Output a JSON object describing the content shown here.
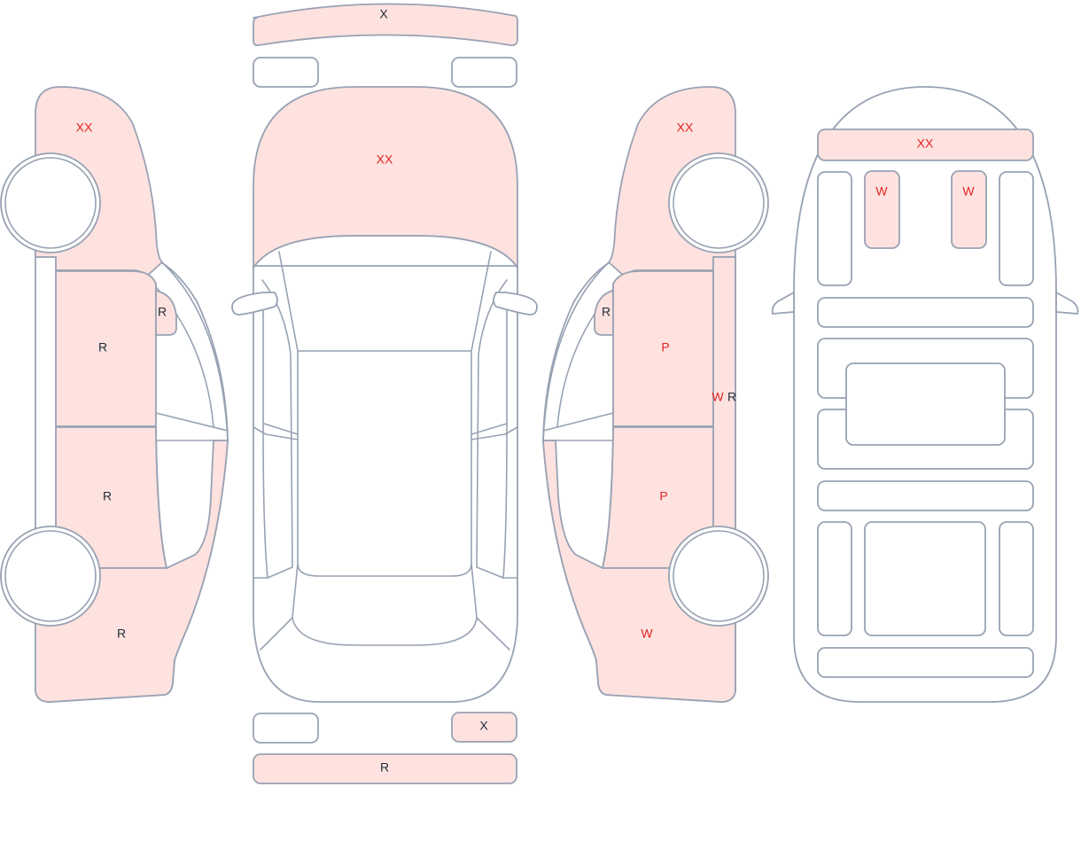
{
  "colors": {
    "damaged_fill": "#fee2df",
    "clean_fill": "#ffffff",
    "outline": "#98a2b3",
    "severe_label": "#e02424",
    "normal_label": "#1f2937"
  },
  "left_side": {
    "front_fender": "XX",
    "front_door": "R",
    "mirror": "R",
    "rear_door": "R",
    "rear_quarter": "R"
  },
  "top_view": {
    "front_bumper": "X",
    "hood": "XX",
    "rear_right_light": "X",
    "rear_bumper": "R"
  },
  "right_side": {
    "front_fender": "XX",
    "mirror": "R",
    "front_door": "P",
    "sill_a": "W",
    "sill_b": "R",
    "rear_door": "P",
    "rear_quarter": "W"
  },
  "interior": {
    "dashboard": "XX",
    "seat_left": "W",
    "seat_right": "W"
  }
}
